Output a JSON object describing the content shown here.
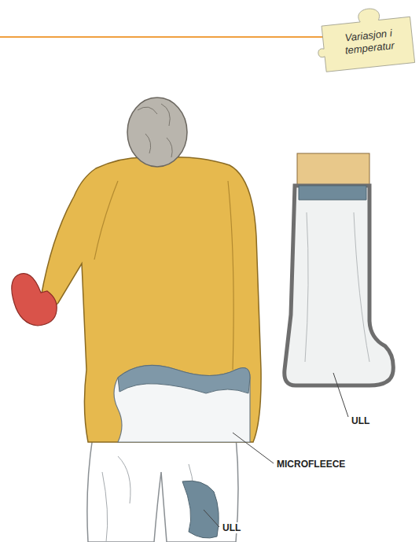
{
  "diagram": {
    "nodes": [
      {
        "text": [
          "Variasjon i temperatur"
        ]
      }
    ],
    "labels": [
      "ULL",
      "MICROFLEECE",
      "ULL"
    ]
  }
}
